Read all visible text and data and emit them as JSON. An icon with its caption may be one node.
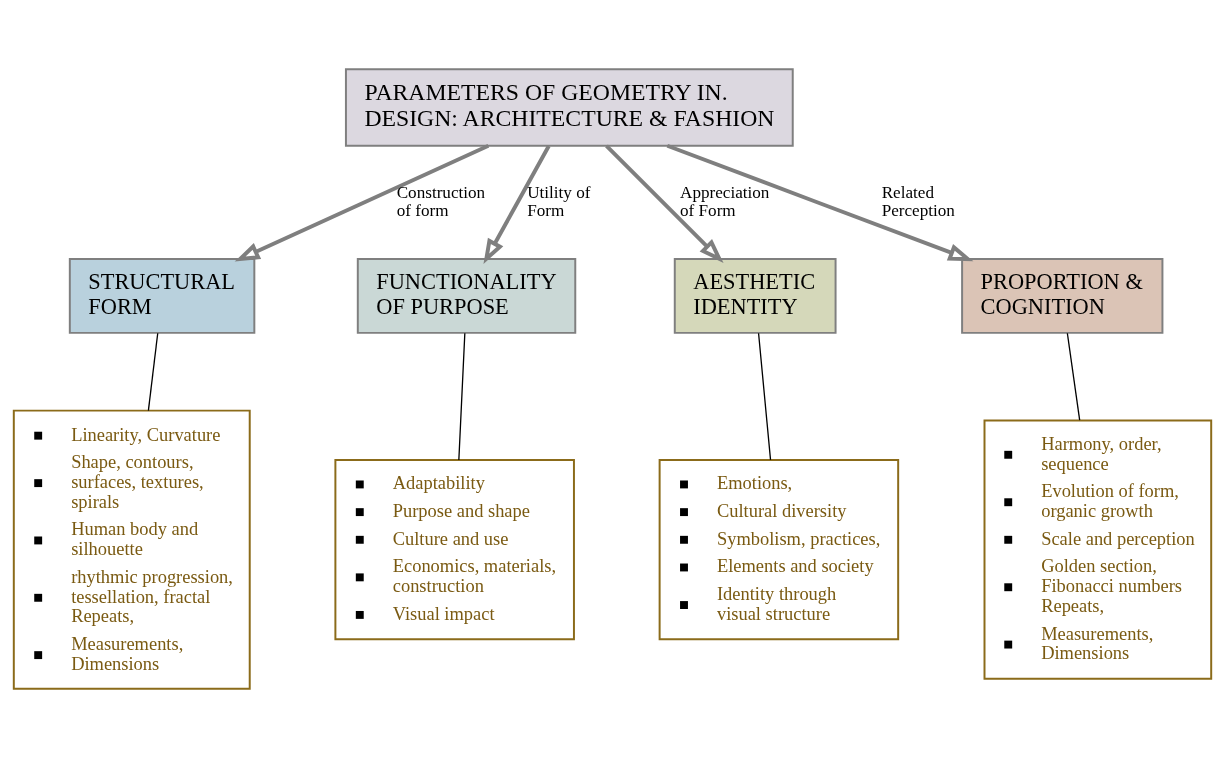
{
  "diagram": {
    "nodes": [
      {
        "text": [
          "PARAMETERS OF GEOMETRY IN. DESIGN: ARCHITECTURE & FASHION"
        ]
      },
      {
        "text": [
          "STRUCTURAL FORM"
        ]
      },
      {
        "text": [
          "FUNCTIONALITY OF PURPOSE"
        ]
      },
      {
        "text": [
          "AESTHETIC IDENTITY"
        ]
      },
      {
        "text": [
          "PROPORTION & COGNITION"
        ]
      },
      {
        "text": [
          "Linearity, Curvature",
          "Shape, contours, surfaces, textures, spirals",
          "Human body and silhouette",
          "rhythmic progression, tessellation, fractal Repeats,",
          "Measurements, Dimensions"
        ]
      },
      {
        "text": [
          "Adaptability",
          "Purpose and shape",
          "Culture and use",
          "Economics, materials, construction",
          "Visual impact"
        ]
      },
      {
        "text": [
          "Emotions,",
          "Cultural diversity",
          "Symbolism, practices,",
          "Elements and society",
          "Identity through visual structure"
        ]
      },
      {
        "text": [
          "Harmony, order, sequence",
          "Evolution of form, organic growth",
          "Scale and perception",
          "Golden section, Fibonacci numbers Repeats,",
          "Measurements, Dimensions"
        ]
      }
    ],
    "edges": [
      {
        "from": 0,
        "to": 1,
        "arrow": "to",
        "label": "Construction of form",
        "color": "#7f7f7f",
        "style": "thick"
      },
      {
        "from": 0,
        "to": 2,
        "arrow": "to",
        "label": "Utility of Form",
        "color": "#7f7f7f",
        "style": "thick"
      },
      {
        "from": 0,
        "to": 3,
        "arrow": "to",
        "label": "Appreciation of Form",
        "color": "#7f7f7f",
        "style": "thick"
      },
      {
        "from": 0,
        "to": 4,
        "arrow": "to",
        "label": "Related Perception",
        "color": "#7f7f7f",
        "style": "thick"
      },
      {
        "from": 1,
        "to": 5,
        "arrow": "none",
        "color": "#000000"
      },
      {
        "from": 2,
        "to": 6,
        "arrow": "none",
        "color": "#000000"
      },
      {
        "from": 3,
        "to": 7,
        "arrow": "none",
        "color": "#000000"
      },
      {
        "from": 4,
        "to": 8,
        "arrow": "none",
        "color": "#000000"
      }
    ]
  }
}
